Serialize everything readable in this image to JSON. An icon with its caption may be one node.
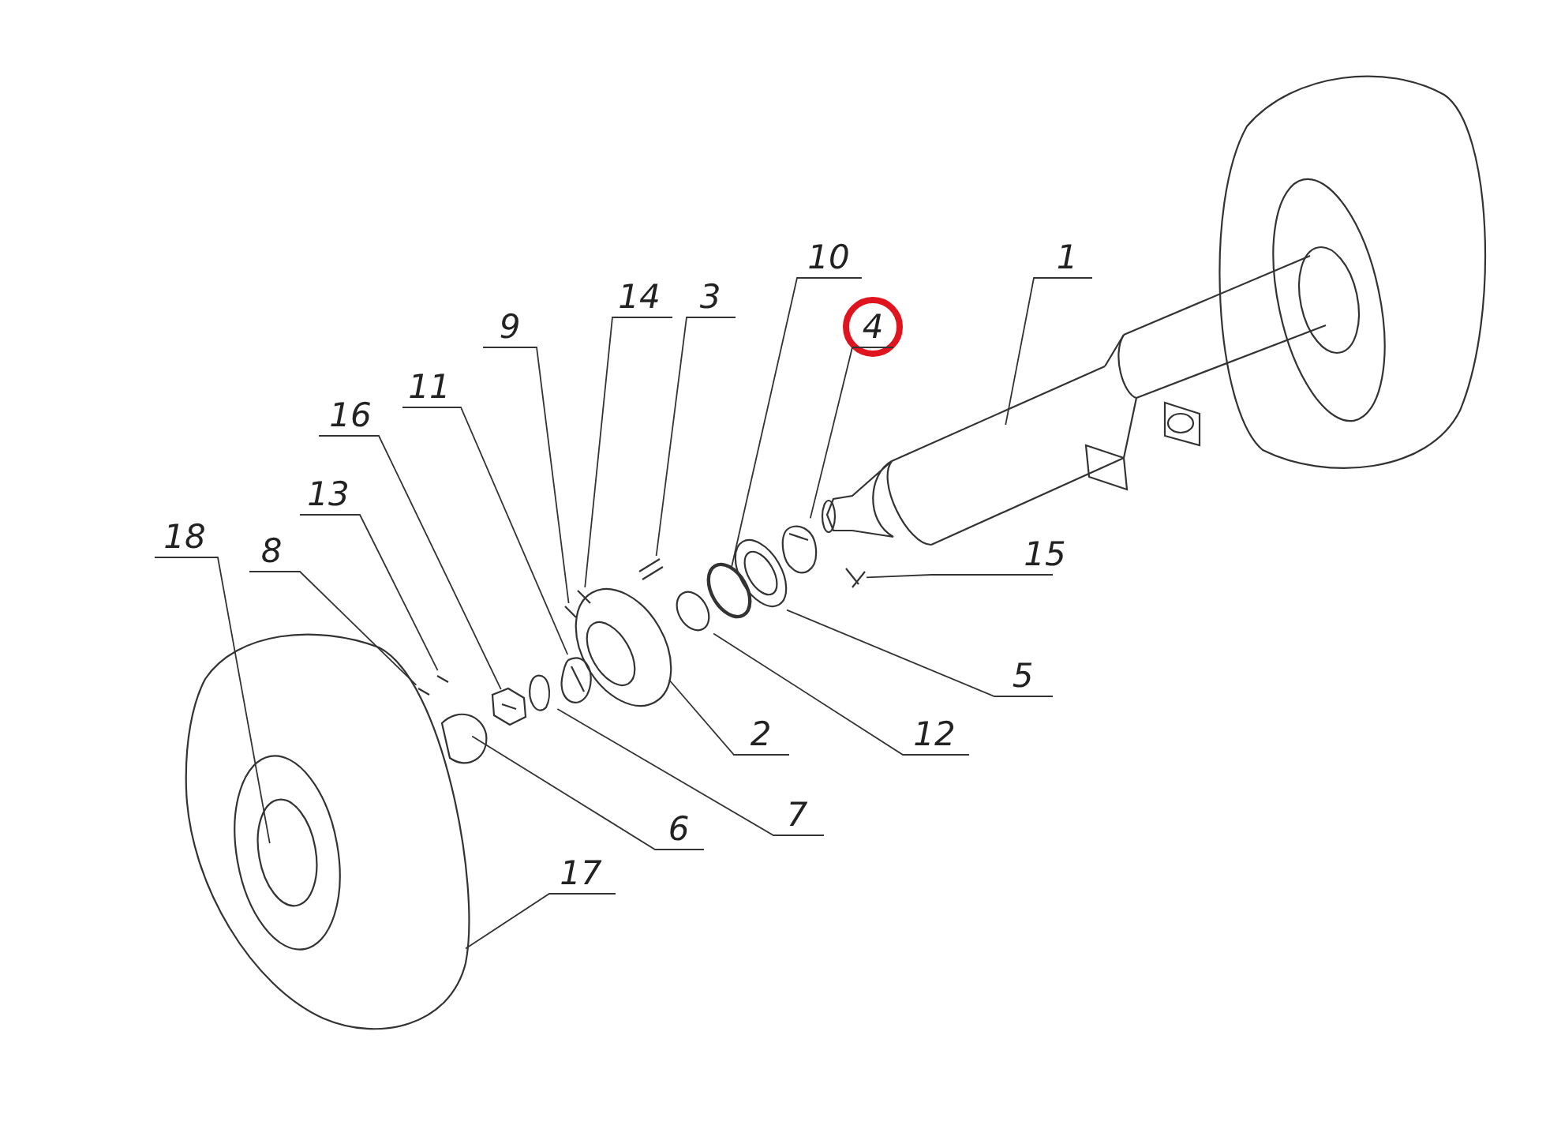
{
  "diagram": {
    "nodes": [
      {
        "text": [
          "1"
        ]
      },
      {
        "text": [
          "10"
        ]
      },
      {
        "text": [
          "14"
        ]
      },
      {
        "text": [
          "3"
        ]
      },
      {
        "text": [
          "4"
        ]
      },
      {
        "text": [
          "9"
        ]
      },
      {
        "text": [
          "11"
        ]
      },
      {
        "text": [
          "16"
        ]
      },
      {
        "text": [
          "13"
        ]
      },
      {
        "text": [
          "18"
        ]
      },
      {
        "text": [
          "8"
        ]
      },
      {
        "text": [
          "15"
        ]
      },
      {
        "text": [
          "5"
        ]
      },
      {
        "text": [
          "2"
        ]
      },
      {
        "text": [
          "12"
        ]
      },
      {
        "text": [
          "7"
        ]
      },
      {
        "text": [
          "6"
        ]
      },
      {
        "text": [
          "17"
        ]
      }
    ],
    "edges": [
      {
        "from": 0,
        "to": null,
        "arrow": "none"
      },
      {
        "from": 1,
        "to": null,
        "arrow": "none"
      },
      {
        "from": 2,
        "to": null,
        "arrow": "none"
      },
      {
        "from": 3,
        "to": null,
        "arrow": "none"
      },
      {
        "from": 4,
        "to": null,
        "arrow": "none"
      },
      {
        "from": 5,
        "to": null,
        "arrow": "none"
      },
      {
        "from": 6,
        "to": null,
        "arrow": "none"
      },
      {
        "from": 7,
        "to": null,
        "arrow": "none"
      },
      {
        "from": 8,
        "to": null,
        "arrow": "none"
      },
      {
        "from": 9,
        "to": null,
        "arrow": "none"
      },
      {
        "from": 10,
        "to": null,
        "arrow": "none"
      },
      {
        "from": 11,
        "to": null,
        "arrow": "none"
      },
      {
        "from": 12,
        "to": null,
        "arrow": "none"
      },
      {
        "from": 13,
        "to": null,
        "arrow": "none"
      },
      {
        "from": 14,
        "to": null,
        "arrow": "none"
      },
      {
        "from": 15,
        "to": null,
        "arrow": "none"
      },
      {
        "from": 16,
        "to": null,
        "arrow": "none"
      },
      {
        "from": 17,
        "to": null,
        "arrow": "none"
      }
    ]
  }
}
